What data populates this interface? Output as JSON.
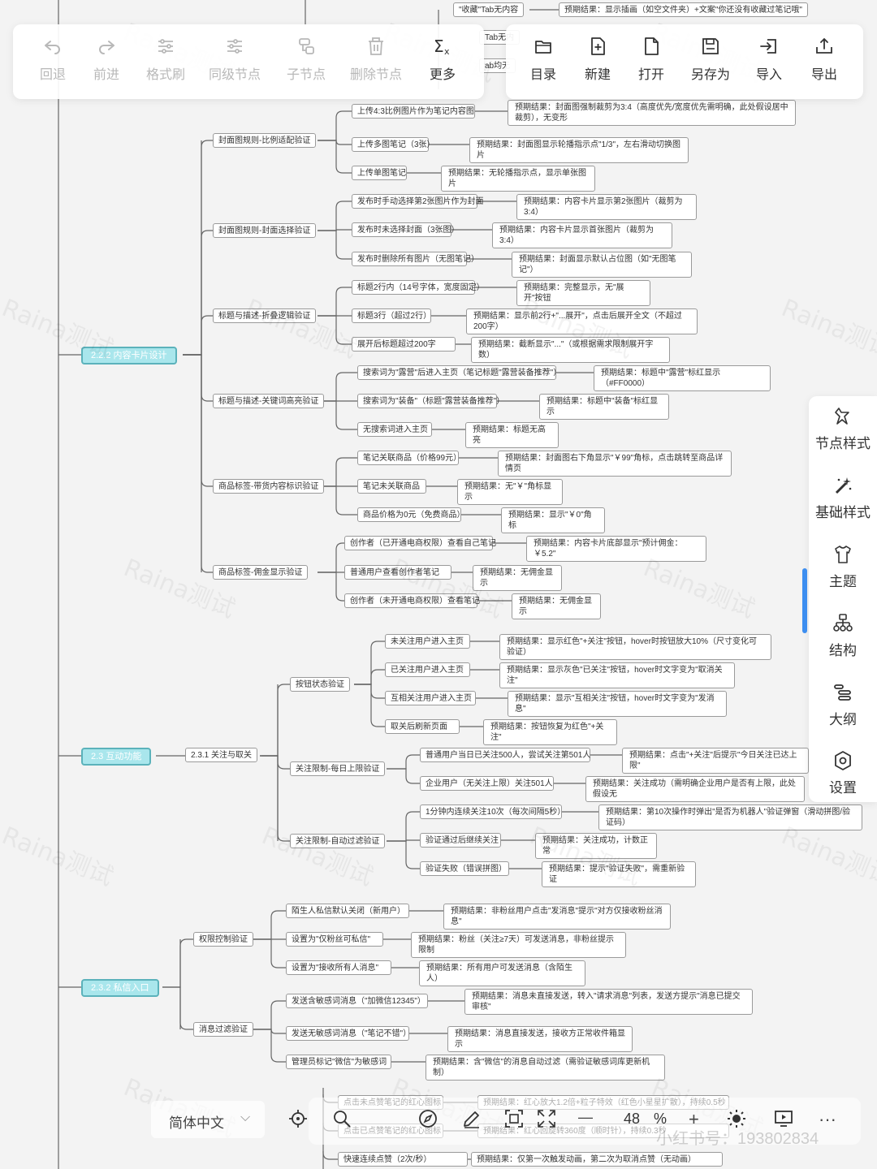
{
  "toolbar_left": [
    {
      "id": "undo",
      "label": "回退",
      "icon": "undo-icon",
      "enabled": false
    },
    {
      "id": "redo",
      "label": "前进",
      "icon": "redo-icon",
      "enabled": false
    },
    {
      "id": "format-brush",
      "label": "格式刷",
      "icon": "format-brush-icon",
      "enabled": false
    },
    {
      "id": "sibling-node",
      "label": "同级节点",
      "icon": "sibling-node-icon",
      "enabled": false
    },
    {
      "id": "child-node",
      "label": "子节点",
      "icon": "child-node-icon",
      "enabled": false
    },
    {
      "id": "delete-node",
      "label": "删除节点",
      "icon": "trash-icon",
      "enabled": false
    },
    {
      "id": "more",
      "label": "更多",
      "icon": "formula-sigma-icon",
      "enabled": true
    }
  ],
  "toolbar_right": [
    {
      "id": "catalog",
      "label": "目录",
      "icon": "folder-icon"
    },
    {
      "id": "new",
      "label": "新建",
      "icon": "new-file-icon"
    },
    {
      "id": "open",
      "label": "打开",
      "icon": "file-icon"
    },
    {
      "id": "save-as",
      "label": "另存为",
      "icon": "save-icon"
    },
    {
      "id": "import",
      "label": "导入",
      "icon": "import-icon"
    },
    {
      "id": "export",
      "label": "导出",
      "icon": "export-icon"
    }
  ],
  "sidebar": [
    {
      "id": "node-style",
      "label": "节点样式",
      "icon": "node-style-icon"
    },
    {
      "id": "base-style",
      "label": "基础样式",
      "icon": "magic-wand-icon"
    },
    {
      "id": "theme",
      "label": "主题",
      "icon": "tshirt-icon"
    },
    {
      "id": "structure",
      "label": "结构",
      "icon": "structure-icon"
    },
    {
      "id": "outline",
      "label": "大纲",
      "icon": "outline-icon"
    },
    {
      "id": "settings",
      "label": "设置",
      "icon": "hexagon-gear-icon"
    }
  ],
  "bottom_bar": {
    "language": "简体中文",
    "zoom_value": "48",
    "zoom_unit": "%",
    "zoom_out": "—",
    "zoom_in": "+",
    "more": "···",
    "icons": [
      "locate-icon",
      "search-icon",
      "compass-icon",
      "edit-icon",
      "fit-screen-icon",
      "fullscreen-icon",
      "zoom-out-icon",
      "zoom-in-icon",
      "sun-icon",
      "present-icon",
      "more-icon"
    ]
  },
  "watermark": "Raina测试",
  "credit": "小红书号：193802834",
  "mindmap": {
    "top_partial": [
      {
        "text": "\"收藏\"Tab无内容",
        "result": "预期结果：显示插画（如空文件夹）+文案\"你还没有收藏过笔记哦\""
      },
      {
        "text": "Tab无内",
        "result": ""
      },
      {
        "text": "ab均无",
        "result": ""
      }
    ],
    "sections": [
      {
        "title": "2.2.2 内容卡片设计",
        "groups": [
          {
            "name": "封面图规则-比例适配验证",
            "items": [
              {
                "text": "上传4:3比例图片作为笔记内容图",
                "result": "预期结果：封面图强制裁剪为3:4（高度优先/宽度优先需明确，此处假设居中裁剪），无变形"
              },
              {
                "text": "上传多图笔记（3张）",
                "result": "预期结果：封面图显示轮播指示点\"1/3\"，左右滑动切换图片"
              },
              {
                "text": "上传单图笔记",
                "result": "预期结果：无轮播指示点，显示单张图片"
              }
            ]
          },
          {
            "name": "封面图规则-封面选择验证",
            "items": [
              {
                "text": "发布时手动选择第2张图片作为封面",
                "result": "预期结果：内容卡片显示第2张图片（裁剪为3:4）"
              },
              {
                "text": "发布时未选择封面（3张图）",
                "result": "预期结果：内容卡片显示首张图片（裁剪为3:4）"
              },
              {
                "text": "发布时删除所有图片（无图笔记）",
                "result": "预期结果：封面显示默认占位图（如\"无图笔记\"）"
              }
            ]
          },
          {
            "name": "标题与描述-折叠逻辑验证",
            "items": [
              {
                "text": "标题2行内（14号字体，宽度固定）",
                "result": "预期结果：完整显示，无\"展开\"按钮"
              },
              {
                "text": "标题3行（超过2行）",
                "result": "预期结果：显示前2行+\"...展开\"，点击后展开全文（不超过200字）"
              },
              {
                "text": "展开后标题超过200字",
                "result": "预期结果：截断显示\"...\"（或根据需求限制展开字数）"
              }
            ]
          },
          {
            "name": "标题与描述-关键词高亮验证",
            "items": [
              {
                "text": "搜索词为\"露营\"后进入主页（笔记标题\"露营装备推荐\"）",
                "result": "预期结果：标题中\"露营\"标红显示（#FF0000）"
              },
              {
                "text": "搜索词为\"装备\"（标题\"露营装备推荐\"）",
                "result": "预期结果：标题中\"装备\"标红显示"
              },
              {
                "text": "无搜索词进入主页",
                "result": "预期结果：标题无高亮"
              }
            ]
          },
          {
            "name": "商品标签-带货内容标识验证",
            "items": [
              {
                "text": "笔记关联商品（价格99元）",
                "result": "预期结果：封面图右下角显示\"￥99\"角标，点击跳转至商品详情页"
              },
              {
                "text": "笔记未关联商品",
                "result": "预期结果：无\"￥\"角标显示"
              },
              {
                "text": "商品价格为0元（免费商品）",
                "result": "预期结果：显示\"￥0\"角标"
              }
            ]
          },
          {
            "name": "商品标签-佣金显示验证",
            "items": [
              {
                "text": "创作者（已开通电商权限）查看自己笔记",
                "result": "预期结果：内容卡片底部显示\"预计佣金：￥5.2\""
              },
              {
                "text": "普通用户查看创作者笔记",
                "result": "预期结果：无佣金显示"
              },
              {
                "text": "创作者（未开通电商权限）查看笔记",
                "result": "预期结果：无佣金显示"
              }
            ]
          }
        ]
      },
      {
        "title": "2.3 互动功能",
        "sub": "2.3.1 关注与取关",
        "groups": [
          {
            "name": "按钮状态验证",
            "items": [
              {
                "text": "未关注用户进入主页",
                "result": "预期结果：显示红色\"+关注\"按钮，hover时按钮放大10%（尺寸变化可验证）"
              },
              {
                "text": "已关注用户进入主页",
                "result": "预期结果：显示灰色\"已关注\"按钮，hover时文字变为\"取消关注\""
              },
              {
                "text": "互相关注用户进入主页",
                "result": "预期结果：显示\"互相关注\"按钮，hover时文字变为\"发消息\""
              },
              {
                "text": "取关后刷新页面",
                "result": "预期结果：按钮恢复为红色\"+关注\""
              }
            ]
          },
          {
            "name": "关注限制-每日上限验证",
            "items": [
              {
                "text": "普通用户当日已关注500人，尝试关注第501人",
                "result": "预期结果：点击\"+关注\"后提示\"今日关注已达上限\""
              },
              {
                "text": "企业用户（无关注上限）关注501人",
                "result": "预期结果：关注成功（需明确企业用户是否有上限，此处假设无"
              }
            ]
          },
          {
            "name": "关注限制-自动过滤验证",
            "items": [
              {
                "text": "1分钟内连续关注10次（每次间隔5秒）",
                "result": "预期结果：第10次操作时弹出\"是否为机器人\"验证弹窗（滑动拼图/验证码）"
              },
              {
                "text": "验证通过后继续关注",
                "result": "预期结果：关注成功，计数正常"
              },
              {
                "text": "验证失败（错误拼图）",
                "result": "预期结果：提示\"验证失败\"，需重新验证"
              }
            ]
          }
        ]
      },
      {
        "title": "2.3.2 私信入口",
        "groups": [
          {
            "name": "权限控制验证",
            "items": [
              {
                "text": "陌生人私信默认关闭（新用户）",
                "result": "预期结果：非粉丝用户点击\"发消息\"提示\"对方仅接收粉丝消息\""
              },
              {
                "text": "设置为\"仅粉丝可私信\"",
                "result": "预期结果：粉丝（关注≥7天）可发送消息，非粉丝提示限制"
              },
              {
                "text": "设置为\"接收所有人消息\"",
                "result": "预期结果：所有用户可发送消息（含陌生人）"
              }
            ]
          },
          {
            "name": "消息过滤验证",
            "items": [
              {
                "text": "发送含敏感词消息（\"加微信12345\"）",
                "result": "预期结果：消息未直接发送，转入\"请求消息\"列表，发送方提示\"消息已提交审核\""
              },
              {
                "text": "发送无敏感词消息（\"笔记不错\"）",
                "result": "预期结果：消息直接发送，接收方正常收件箱显示"
              },
              {
                "text": "管理员标记\"微信\"为敏感词",
                "result": "预期结果：含\"微信\"的消息自动过滤（需验证敏感词库更新机制）"
              }
            ]
          }
        ]
      }
    ],
    "bottom_partial": [
      {
        "text": "点击未点赞笔记的红心图标",
        "result": "预期结果：红心放大1.2倍+粒子特效（红色小星星扩散），持续0.5秒"
      },
      {
        "text": "",
        "result": ""
      },
      {
        "text": "点击已点赞笔记的红心图标",
        "result": "预期结果：红心回旋转360度（顺时针），持续0.3秒"
      },
      {
        "text": "快速连续点赞（2次/秒）",
        "result": "预期结果：仅第一次触发动画，第二次为取消点赞（无动画）"
      }
    ]
  }
}
